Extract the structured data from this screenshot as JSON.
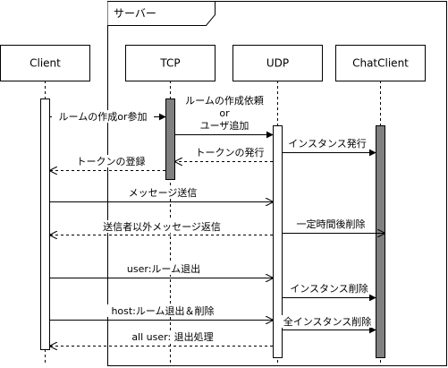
{
  "frame": {
    "label": "サーバー"
  },
  "participants": [
    {
      "id": "client",
      "label": "Client"
    },
    {
      "id": "tcp",
      "label": "TCP"
    },
    {
      "id": "udp",
      "label": "UDP"
    },
    {
      "id": "chatclient",
      "label": "ChatClient"
    }
  ],
  "messages": [
    {
      "label": "ルームの作成or参加"
    },
    {
      "label_lines": [
        "ルームの作成依頼",
        "or",
        "ユーザ追加"
      ]
    },
    {
      "label": "インスタンス発行"
    },
    {
      "label": "トークンの発行"
    },
    {
      "label": "トークンの登録"
    },
    {
      "label": "メッセージ送信"
    },
    {
      "label": "送信者以外メッセージ返信"
    },
    {
      "label": "一定時間後削除"
    },
    {
      "label": "user:ルーム退出"
    },
    {
      "label": "インスタンス削除"
    },
    {
      "label": "host:ルーム退出＆削除"
    },
    {
      "label": "全インスタンス削除"
    },
    {
      "label": "all user: 退出処理"
    }
  ]
}
